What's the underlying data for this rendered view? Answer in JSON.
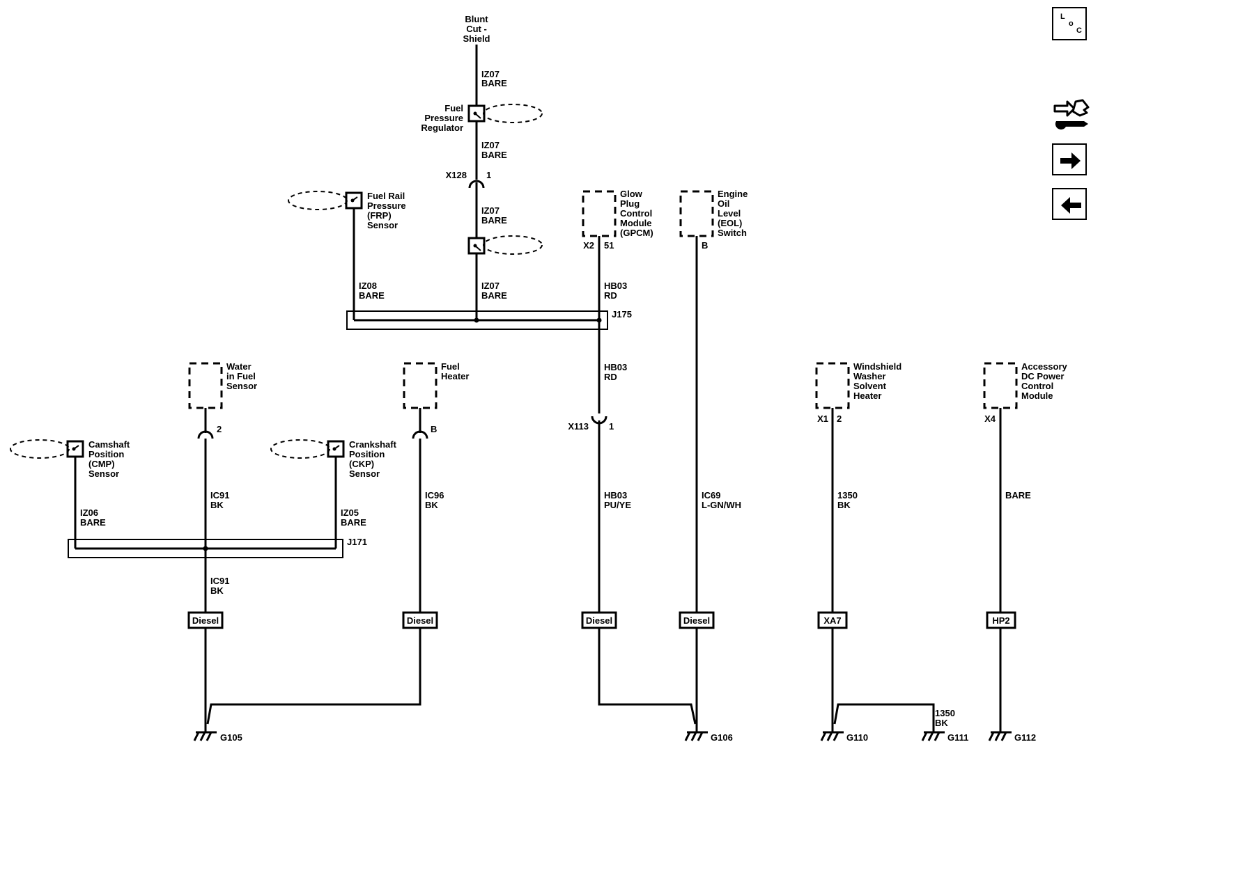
{
  "top": {
    "shield": [
      "Blunt",
      "Cut -",
      "Shield"
    ]
  },
  "components": {
    "fpr": [
      "Fuel",
      "Pressure",
      "Regulator"
    ],
    "frp": [
      "Fuel Rail",
      "Pressure",
      "(FRP)",
      "Sensor"
    ],
    "gpcm": [
      "Glow",
      "Plug",
      "Control",
      "Module",
      "(GPCM)"
    ],
    "eol": [
      "Engine",
      "Oil",
      "Level",
      "(EOL)",
      "Switch"
    ],
    "wif": [
      "Water",
      "in Fuel",
      "Sensor"
    ],
    "fh": [
      "Fuel",
      "Heater"
    ],
    "cmp": [
      "Camshaft",
      "Position",
      "(CMP)",
      "Sensor"
    ],
    "ckp": [
      "Crankshaft",
      "Position",
      "(CKP)",
      "Sensor"
    ],
    "wwh": [
      "Windshield",
      "Washer",
      "Solvent",
      "Heater"
    ],
    "adc": [
      "Accessory",
      "DC Power",
      "Control",
      "Module"
    ]
  },
  "wires": {
    "iz07": [
      "IZ07",
      "BARE"
    ],
    "iz08": [
      "IZ08",
      "BARE"
    ],
    "iz06": [
      "IZ06",
      "BARE"
    ],
    "iz05": [
      "IZ05",
      "BARE"
    ],
    "hb03rd": [
      "HB03",
      "RD"
    ],
    "hb03puye": [
      "HB03",
      "PU/YE"
    ],
    "ic91": [
      "IC91",
      "BK"
    ],
    "ic96": [
      "IC96",
      "BK"
    ],
    "ic69": [
      "IC69",
      "L-GN/WH"
    ],
    "w1350": [
      "1350",
      "BK"
    ],
    "bare": "BARE"
  },
  "connectors": {
    "x128": "X128",
    "x128_pin": "1",
    "x113": "X113",
    "x113_pin": "1",
    "gpcm_conn": "X2",
    "gpcm_pin": "51",
    "eol_pin": "B",
    "wif_pin": "2",
    "fh_pin": "B",
    "wwh_conn": "X1",
    "wwh_pin": "2",
    "adc_conn": "X4"
  },
  "splices": {
    "j175": "J175",
    "j171": "J171"
  },
  "options": {
    "diesel": "Diesel",
    "xa7": "XA7",
    "hp2": "HP2"
  },
  "grounds": {
    "g105": "G105",
    "g106": "G106",
    "g110": "G110",
    "g111": "G111",
    "g112": "G112"
  },
  "nav": {
    "loc": [
      "L",
      "o",
      "C"
    ],
    "icons": [
      "component-locator-icon",
      "wrench-arrow-icon",
      "next-page-icon",
      "previous-page-icon"
    ]
  }
}
